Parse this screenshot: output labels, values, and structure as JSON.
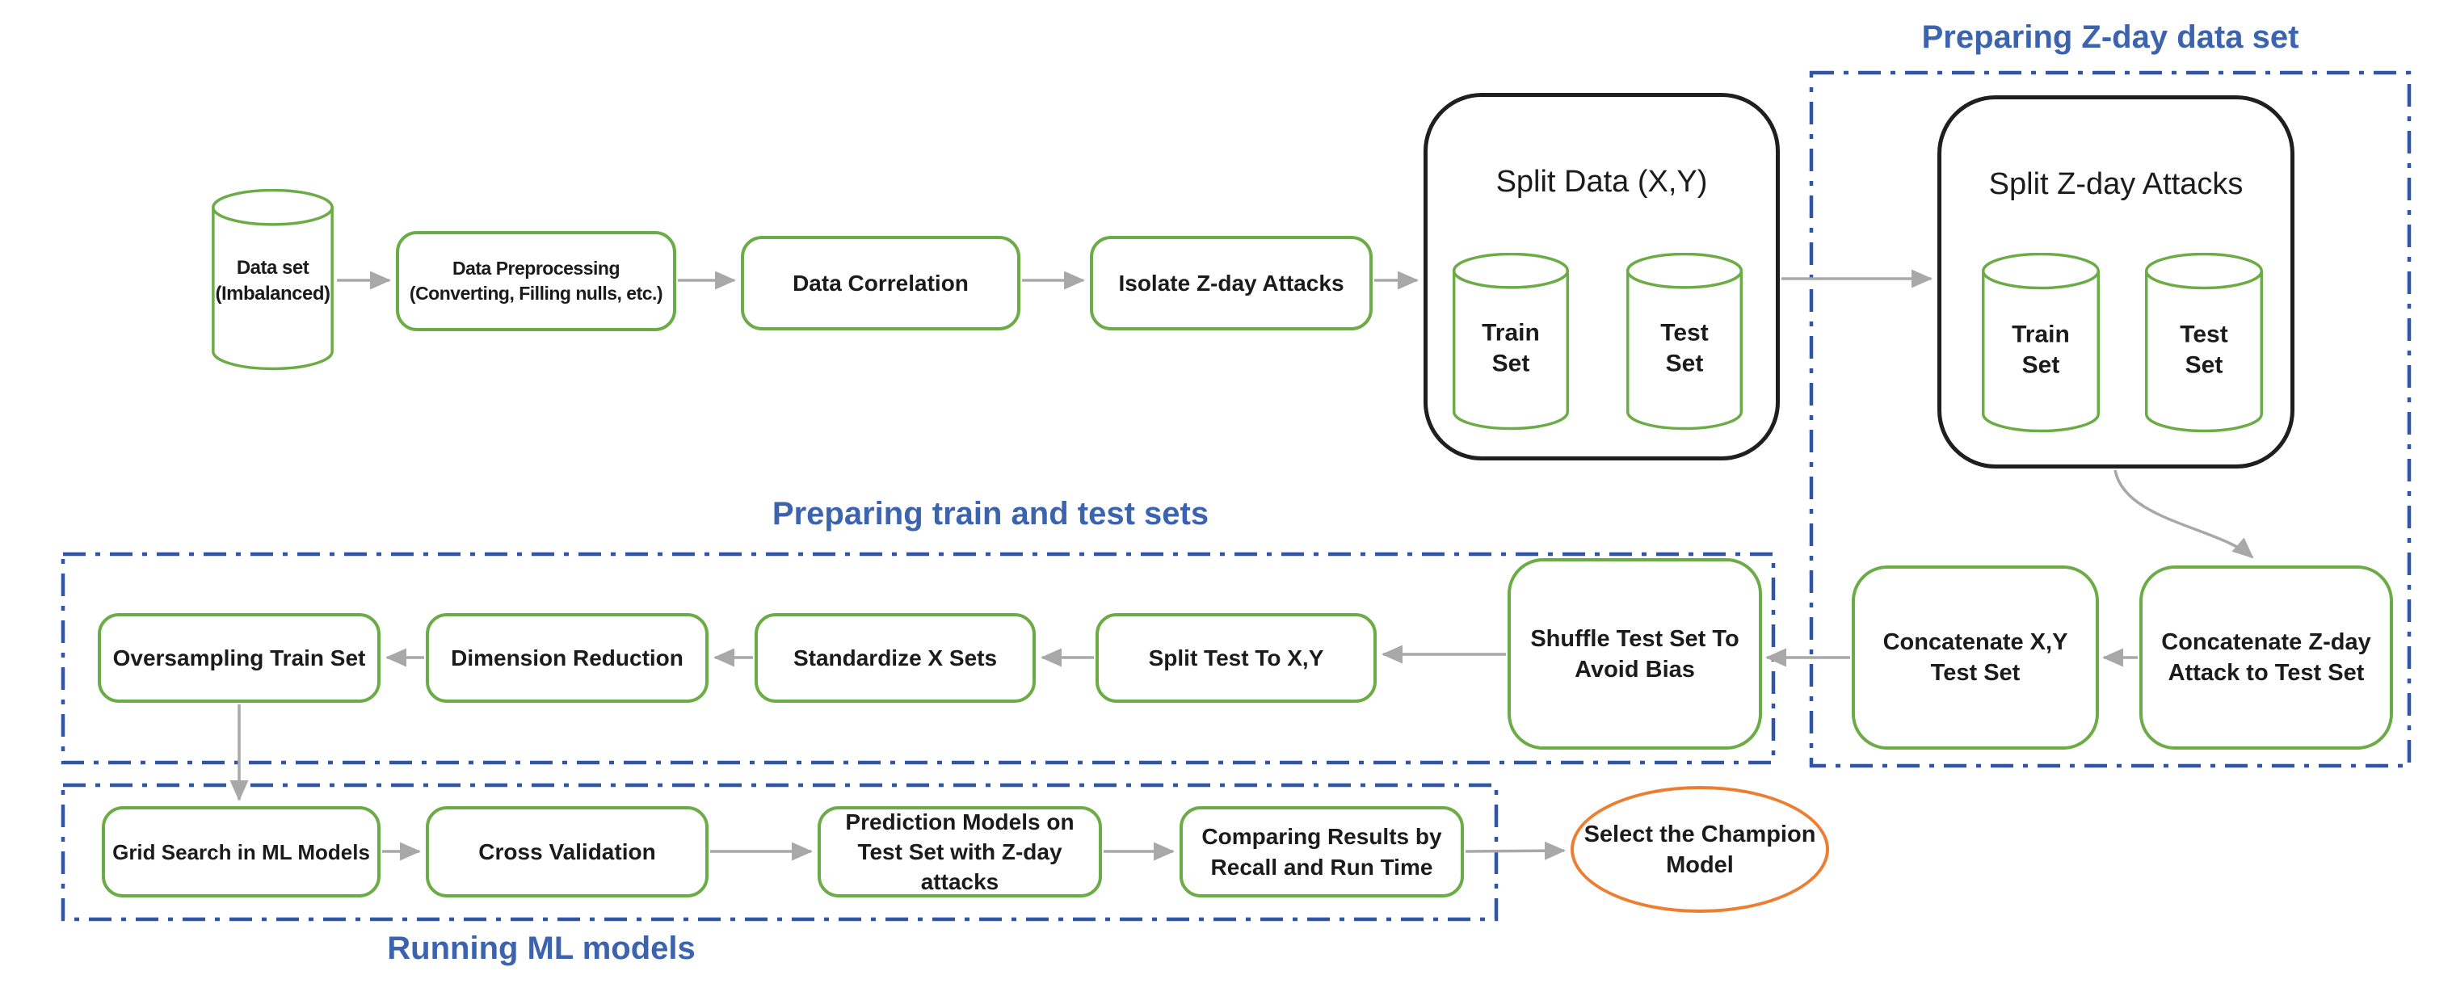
{
  "colors": {
    "box_border_green": "#6CAC47",
    "container_border_black": "#1F1F1F",
    "arrow_gray": "#A8A8A8",
    "dashed_region_blue": "#2F55A4",
    "region_label_blue": "#3B63AE",
    "terminal_ellipse_orange": "#ED7D31",
    "text": "#1B1B1B",
    "background": "#FFFFFF"
  },
  "regions": {
    "zday": "Preparing Z-day data set",
    "train_test": "Preparing train and test sets",
    "running": "Running ML models"
  },
  "nodes": {
    "dataset": "Data set\n(Imbalanced)",
    "preprocessing": "Data Preprocessing\n(Converting, Filling nulls, etc.)",
    "correlation": "Data Correlation",
    "isolate": "Isolate Z-day Attacks",
    "split_data_title": "Split Data (X,Y)",
    "split_data_train": "Train\nSet",
    "split_data_test": "Test\nSet",
    "split_zday_title": "Split Z-day Attacks",
    "split_zday_train": "Train\nSet",
    "split_zday_test": "Test\nSet",
    "concat_zday": "Concatenate Z-day\nAttack to Test Set",
    "concat_xy": "Concatenate X,Y\nTest Set",
    "shuffle": "Shuffle Test Set To\nAvoid Bias",
    "split_test": "Split Test To X,Y",
    "standardize": "Standardize X Sets",
    "dimension": "Dimension Reduction",
    "oversampling": "Oversampling Train Set",
    "grid_search": "Grid Search in ML Models",
    "cross_validation": "Cross Validation",
    "prediction": "Prediction Models on\nTest Set with Z-day\nattacks",
    "comparing": "Comparing Results by\nRecall and Run Time",
    "champion": "Select the Champion\nModel"
  }
}
